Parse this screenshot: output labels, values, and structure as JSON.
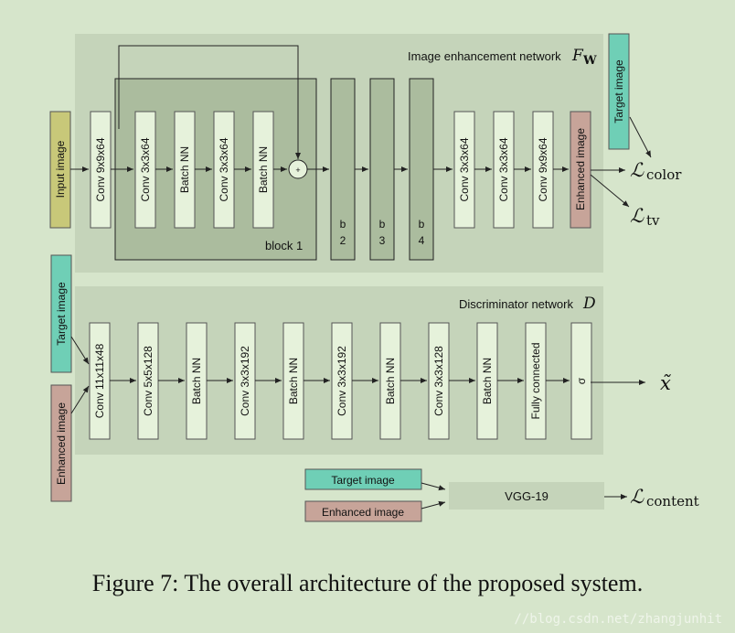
{
  "colors": {
    "background": "#d6e5cb",
    "panel": "#c5d4ba",
    "layer_fill": "#e6f2db",
    "dark_block": "#abbc9e",
    "input_image": "#c8c879",
    "target_image": "#6fcfb6",
    "enhanced_image": "#c7a499",
    "vgg_box": "#c5d4ba",
    "line": "#222222"
  },
  "enhancement": {
    "title": "Image enhancement network",
    "title_math": "F",
    "title_math_sub": "W",
    "input_label": "Input image",
    "layers": [
      "Conv 9x9x64",
      "Conv 3x3x64",
      "Batch NN",
      "Conv 3x3x64",
      "Batch NN"
    ],
    "sum_symbol": "+",
    "block1_label": "block 1",
    "blocks": [
      {
        "letter": "b",
        "num": "2"
      },
      {
        "letter": "b",
        "num": "3"
      },
      {
        "letter": "b",
        "num": "4"
      }
    ],
    "tail_layers": [
      "Conv 3x3x64",
      "Conv 3x3x64",
      "Conv 9x9x64"
    ],
    "enhanced_label": "Enhanced image",
    "target_label": "Target image",
    "loss_color_main": "ℒ",
    "loss_color_sub": "color",
    "loss_tv_main": "ℒ",
    "loss_tv_sub": "tv"
  },
  "discriminator": {
    "title": "Discriminator network",
    "title_math": "D",
    "target_label": "Target image",
    "enhanced_label": "Enhanced image",
    "layers": [
      "Conv 11x11x48",
      "Conv 5x5x128",
      "Batch NN",
      "Conv 3x3x192",
      "Batch NN",
      "Conv 3x3x192",
      "Batch NN",
      "Conv 3x3x128",
      "Batch NN",
      "Fully connected",
      "σ"
    ],
    "output_math": "x̃"
  },
  "content": {
    "target_label": "Target image",
    "enhanced_label": "Enhanced image",
    "vgg_label": "VGG-19",
    "loss_main": "ℒ",
    "loss_sub": "content"
  },
  "caption": "Figure 7: The overall architecture of the proposed system.",
  "watermark": "//blog.csdn.net/zhangjunhit"
}
